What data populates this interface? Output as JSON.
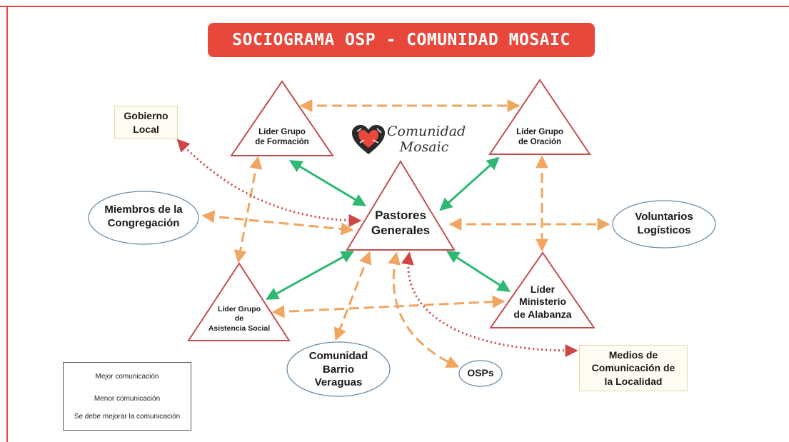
{
  "title": "SOCIOGRAMA OSP - COMUNIDAD MOSAIC",
  "logo": {
    "line1": "Comunidad",
    "line2": "Mosaic",
    "icon": "heart-mosaic-icon"
  },
  "nodes": {
    "lider_formacion": {
      "line1": "Líder Grupo",
      "line2": "de Formación"
    },
    "lider_oracion": {
      "line1": "Líder Grupo",
      "line2": "de Oración"
    },
    "pastores": {
      "line1": "Pastores",
      "line2": "Generales"
    },
    "lider_asistencia": {
      "line1": "Líder Grupo",
      "line2": "de",
      "line3": "Asistencia Social"
    },
    "lider_alabanza": {
      "line1": "Líder",
      "line2": "Ministerio",
      "line3": "de Alabanza"
    },
    "gobierno": {
      "line1": "Gobierno",
      "line2": "Local"
    },
    "miembros": {
      "line1": "Miembros de la",
      "line2": "Congregación"
    },
    "voluntarios": {
      "line1": "Voluntarios",
      "line2": "Logísticos"
    },
    "barrio": {
      "line1": "Comunidad",
      "line2": "Barrio",
      "line3": "Veraguas"
    },
    "osps": {
      "line1": "OSPs"
    },
    "medios": {
      "line1": "Medios de",
      "line2": "Comunicación de",
      "line3": "la Localidad"
    }
  },
  "legend": {
    "best": "Mejor comunicación",
    "less": "Menor comunicación",
    "improve": "Se debe mejorar la comunicación"
  },
  "colors": {
    "accent_red": "#e8473c",
    "triangle_stroke": "#c0504d",
    "green": "#2eb872",
    "orange": "#f0a560",
    "red_dotted": "#d04545",
    "ellipse_stroke": "#6c8ca8"
  }
}
